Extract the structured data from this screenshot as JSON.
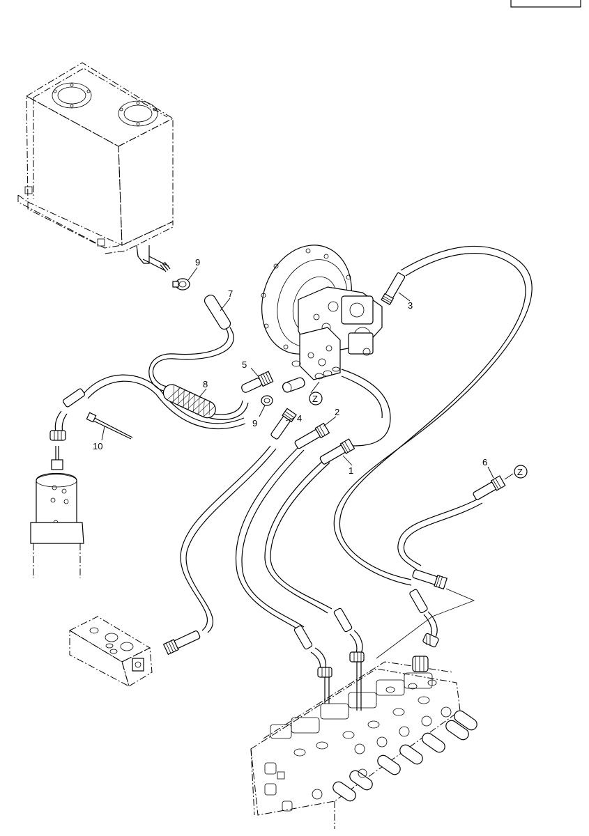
{
  "callouts": {
    "c1": "1",
    "c2": "2",
    "c3": "3",
    "c4": "4",
    "c5": "5",
    "c6": "6",
    "c7": "7",
    "c8": "8",
    "c9a": "9",
    "c9b": "9",
    "c10": "10"
  },
  "markers": {
    "z1": "Z",
    "z2": "Z"
  },
  "icons": [
    "hydraulic-tank",
    "swing-motor",
    "control-valve",
    "cylinder",
    "junction-block"
  ]
}
